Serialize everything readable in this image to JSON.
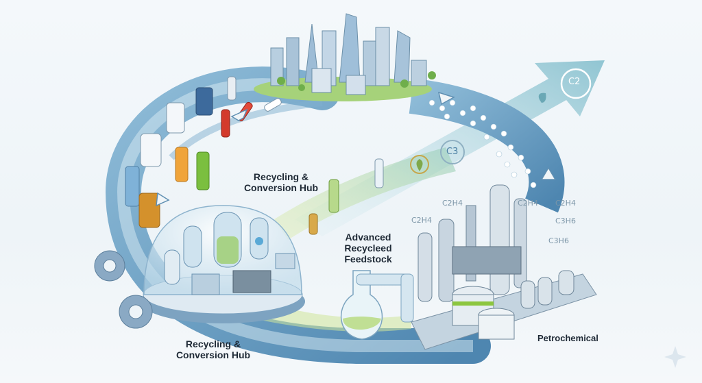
{
  "labels": {
    "hub_top": [
      "Recycling &",
      "Conversion Hub"
    ],
    "hub_bottom": [
      "Recycling &",
      "Conversion Hub"
    ],
    "feedstock": [
      "Advanced",
      "Recycleed",
      "Feedstock"
    ],
    "petrochemical": "Petrochemical"
  },
  "chemicals": {
    "c2h4": "C2H4",
    "c3h6": "C3H6"
  },
  "badges": {
    "c2": "C2",
    "c3": "C3"
  },
  "colors": {
    "loop_blue": "#6ea3c7",
    "loop_light": "#cfe2ee",
    "green_accent": "#8cc63f",
    "arrow_teal": "#8fc1cf"
  },
  "icons": [
    "gear-icon",
    "sprout-icon",
    "city-skyline",
    "refinery",
    "dome-hub",
    "flask-icon",
    "sparkle-icon"
  ]
}
